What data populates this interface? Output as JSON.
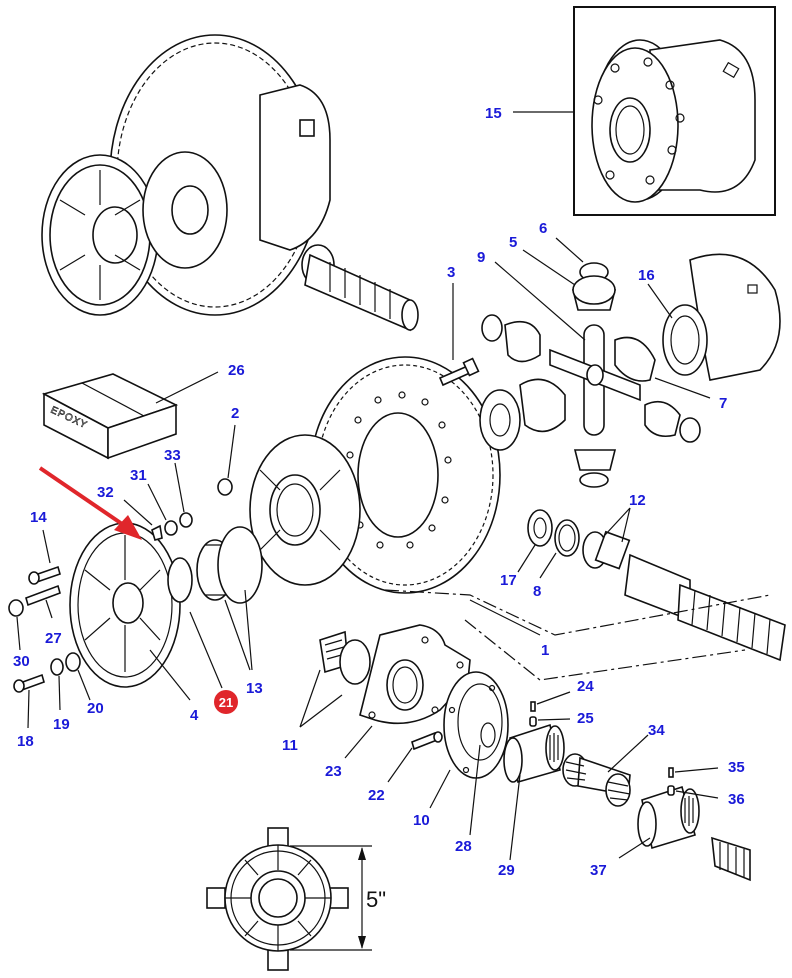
{
  "diagram": {
    "title": "Differential assembly exploded parts diagram",
    "accent_label_color": "#1a1ad8",
    "highlight_color": "#e0262b",
    "highlighted_part": "21",
    "package_text": "EPOXY",
    "dimension_text": "5\"",
    "callouts": {
      "p1": "1",
      "p2": "2",
      "p3": "3",
      "p4": "4",
      "p5": "5",
      "p6": "6",
      "p7": "7",
      "p8": "8",
      "p9": "9",
      "p10": "10",
      "p11": "11",
      "p12": "12",
      "p13": "13",
      "p14": "14",
      "p15": "15",
      "p16": "16",
      "p17": "17",
      "p18": "18",
      "p19": "19",
      "p20": "20",
      "p21": "21",
      "p22": "22",
      "p23": "23",
      "p24": "24",
      "p25": "25",
      "p26": "26",
      "p27": "27",
      "p28": "28",
      "p29": "29",
      "p30": "30",
      "p31": "31",
      "p32": "32",
      "p33": "33",
      "p34": "34",
      "p35": "35",
      "p36": "36",
      "p37": "37"
    }
  }
}
